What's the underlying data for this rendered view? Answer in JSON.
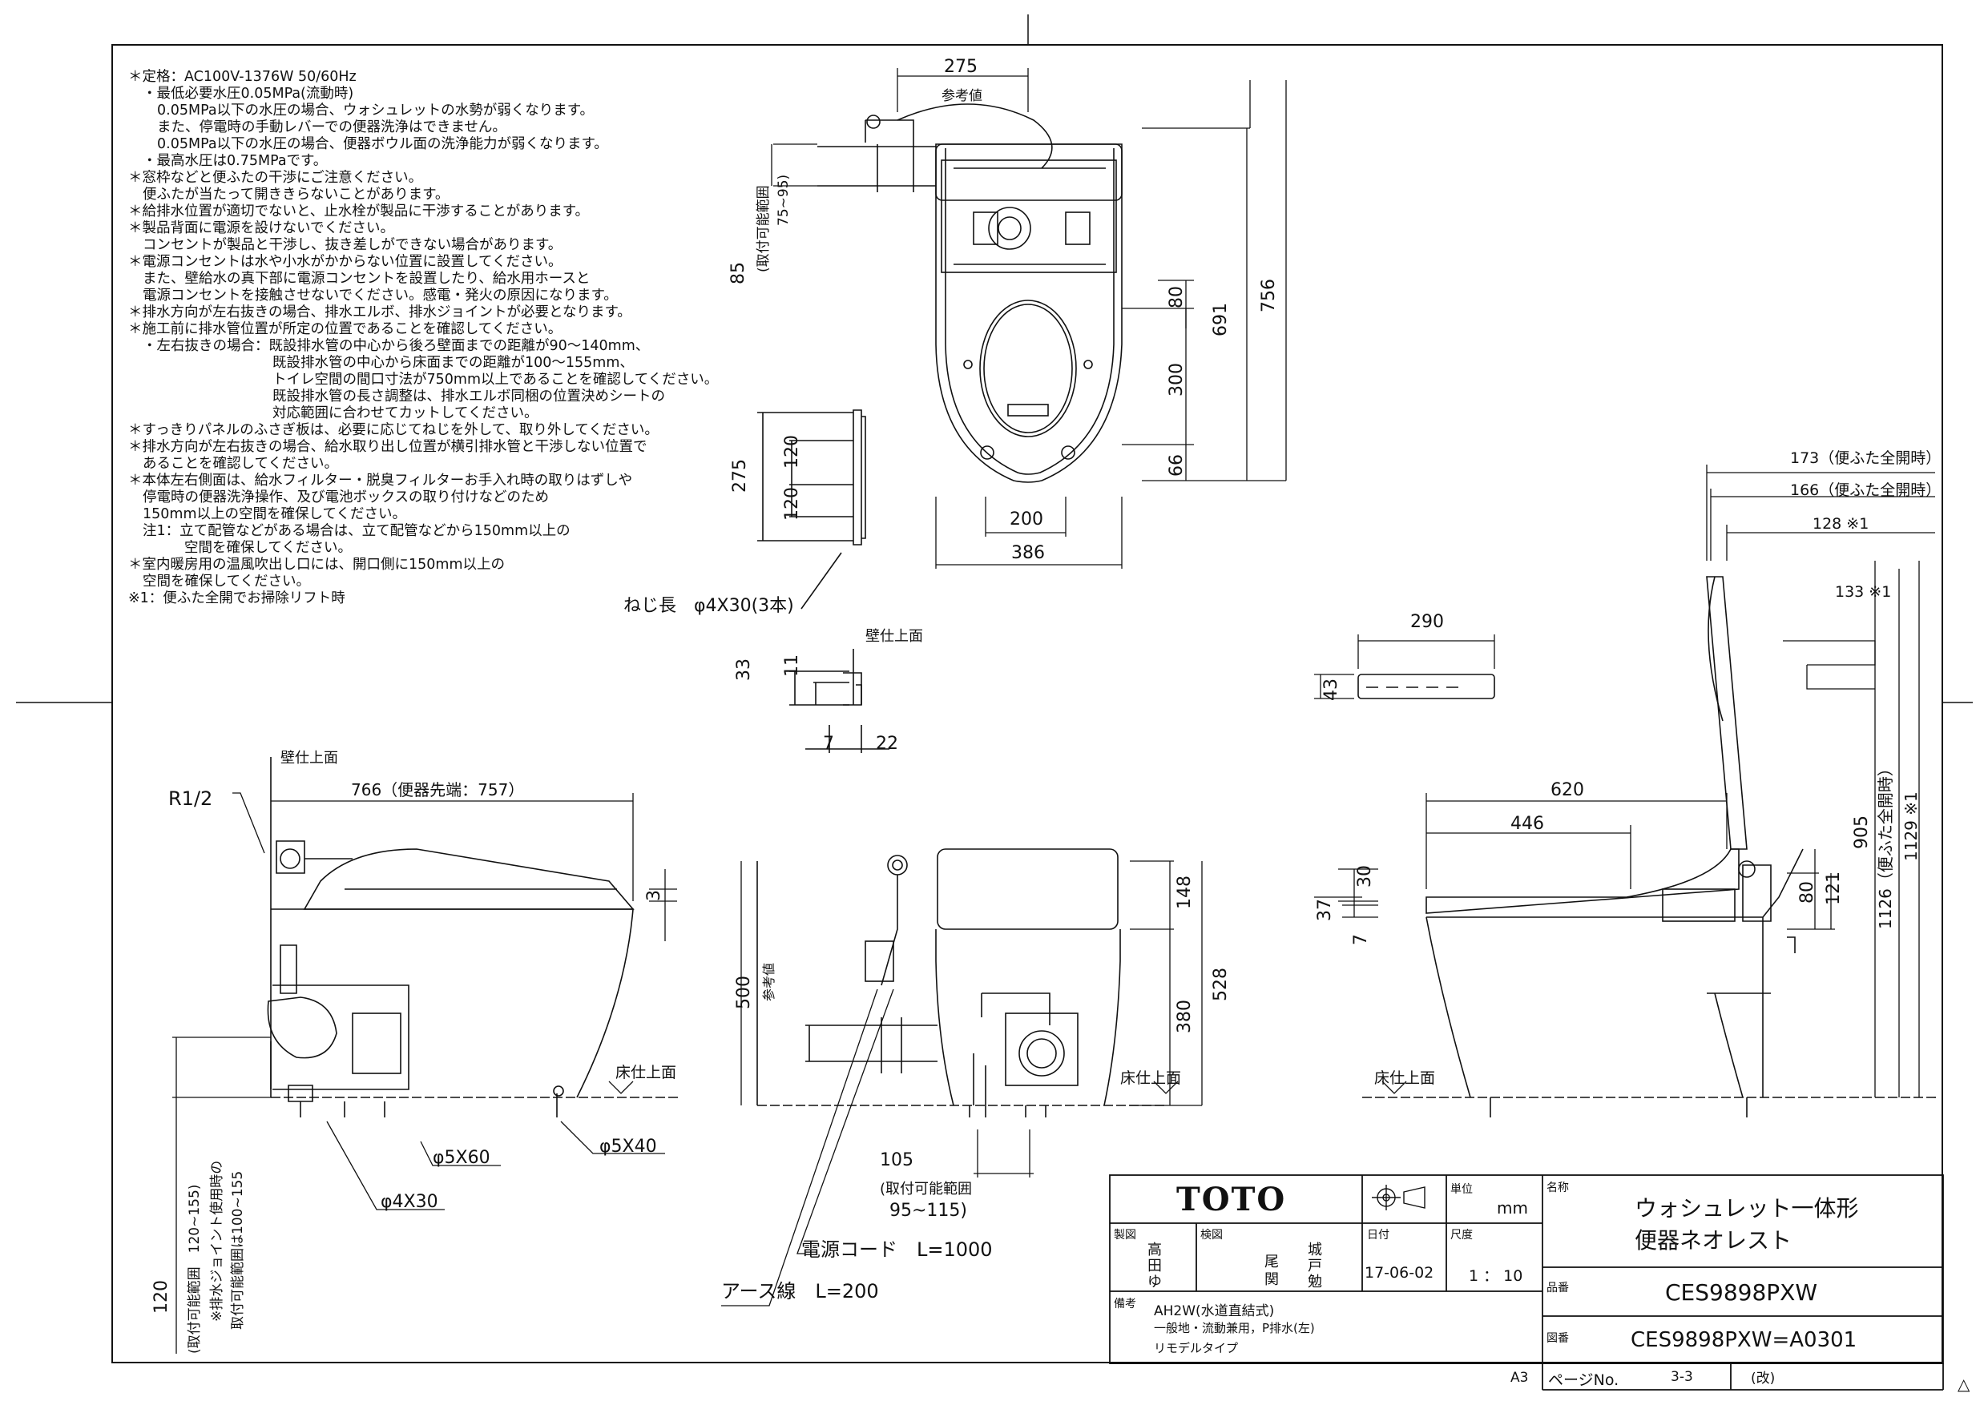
{
  "notes": [
    "＊定格：AC100V-1376W 50/60Hz",
    "・最低必要水圧0.05MPa(流動時)",
    "0.05MPa以下の水圧の場合、ウォシュレットの水勢が弱くなります。",
    "また、停電時の手動レバーでの便器洗浄はできません。",
    "0.05MPa以下の水圧の場合、便器ボウル面の洗浄能力が弱くなります。",
    "・最高水圧は0.75MPaです。",
    "＊窓枠などと便ふたの干渉にご注意ください。",
    "便ふたが当たって開ききらないことがあります。",
    "＊給排水位置が適切でないと、止水栓が製品に干渉することがあります。",
    "＊製品背面に電源を設けないでください。",
    "コンセントが製品と干渉し、抜き差しができない場合があります。",
    "＊電源コンセントは水や小水がかからない位置に設置してください。",
    "また、壁給水の真下部に電源コンセントを設置したり、給水用ホースと",
    "電源コンセントを接触させないでください。感電・発火の原因になります。",
    "＊排水方向が左右抜きの場合、排水エルボ、排水ジョイントが必要となります。",
    "＊施工前に排水管位置が所定の位置であることを確認してください。",
    "・左右抜きの場合：既設排水管の中心から後ろ壁面までの距離が90～140mm、",
    "既設排水管の中心から床面までの距離が100～155mm、",
    "トイレ空間の間口寸法が750mm以上であることを確認してください。",
    "既設排水管の長さ調整は、排水エルボ同梱の位置決めシートの",
    "対応範囲に合わせてカットしてください。",
    "＊すっきりパネルのふさぎ板は、必要に応じてねじを外して、取り外してください。",
    "＊排水方向が左右抜きの場合、給水取り出し位置が横引排水管と干渉しない位置で",
    "あることを確認してください。",
    "＊本体左右側面は、給水フィルター・脱臭フィルターお手入れ時の取りはずしや",
    "停電時の便器洗浄操作、及び電池ボックスの取り付けなどのため",
    "150mm以上の空間を確保してください。",
    "注1：立て配管などがある場合は、立て配管などから150mm以上の",
    "空間を確保してください。",
    "＊室内暖房用の温風吹出し口には、開口側に150mm以上の",
    "空間を確保してください。",
    "※1：便ふた全開でお掃除リフト時"
  ],
  "dims": {
    "top_275": "275",
    "ref_value": "参考値",
    "range_label": "(取付可能範囲",
    "range_75_95": "75~95)",
    "d85": "85",
    "d80": "80",
    "d691": "691",
    "d756": "756",
    "d300": "300",
    "d66": "66",
    "d200": "200",
    "d386": "386",
    "d275_side": "275",
    "d120a": "120",
    "d120b": "120",
    "screw": "ねじ長　φ4X30(3本)",
    "wall_top": "壁仕上面",
    "wall_top2": "壁仕上面",
    "d33": "33",
    "d11": "11",
    "d7a": "7",
    "d22": "22",
    "d173": "173（便ふた全開時）",
    "d166": "166（便ふた全開時）",
    "d128": "128 ※1",
    "d133": "133 ※1",
    "d290": "290",
    "d43": "43",
    "r12": "R1/2",
    "d766": "766（便器先端：757）",
    "d3": "3",
    "floor1": "床仕上面",
    "floor2": "床仕上面",
    "floor3": "床仕上面",
    "phi5x60": "φ5X60",
    "phi5x40": "φ5X40",
    "phi4x30": "φ4X30",
    "d120_bottom": "120",
    "range_120_155": "(取付可能範囲　120~155)",
    "joint_note": "※排水ジョイント使用時の",
    "joint_range": "取付可能範囲は100~155",
    "d148": "148",
    "d528": "528",
    "d380": "380",
    "d500": "500",
    "ref_value2": "参考値",
    "d105": "105",
    "range_95_115a": "(取付可能範囲",
    "range_95_115b": "95~115)",
    "power_cord": "電源コード　L=1000",
    "earth_wire": "アース線　L=200",
    "d620": "620",
    "d446": "446",
    "d30": "30",
    "d37": "37",
    "d7b": "7",
    "d80b": "80",
    "d121": "121",
    "d905": "905",
    "d1126": "1126（便ふた全開時）",
    "d1129": "1129 ※1"
  },
  "title_block": {
    "brand": "TOTO",
    "unit_label": "単位",
    "unit": "mm",
    "name_label": "名称",
    "name_line1": "ウォシュレット一体形",
    "name_line2": "便器ネオレスト",
    "drawn_label": "製図",
    "drawn_by": [
      "高",
      "田",
      "ゆ"
    ],
    "checked_label": "検図",
    "checked_by_a": [
      "尾",
      "関"
    ],
    "checked_by_b": [
      "城",
      "戸",
      "勉"
    ],
    "date_label": "日付",
    "date": "17-06-02",
    "scale_label": "尺度",
    "scale": "1 ： 10",
    "part_label": "品番",
    "part_no": "CES9898PXW",
    "remarks_label": "備考",
    "remarks": [
      "AH2W(水道直結式)",
      "一般地・流動兼用，P排水(左)",
      "リモデルタイプ"
    ],
    "drawing_label": "図番",
    "drawing_no": "CES9898PXW=A0301",
    "sheet_size": "A3",
    "page_label": "ページNo.",
    "page": "3-3",
    "rev_label": "(改)",
    "rev_mark": "△"
  }
}
